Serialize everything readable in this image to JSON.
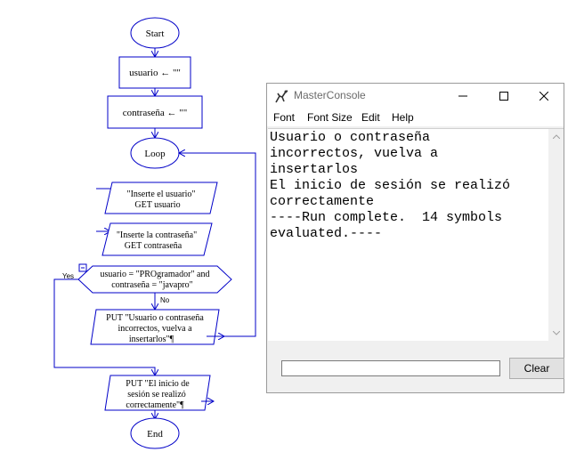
{
  "flowchart": {
    "start": "Start",
    "assign_usuario": "usuario ← \"\"",
    "assign_contrasena": "contraseña ← \"\"",
    "loop": "Loop",
    "io1_line1": "\"Inserte el usuario\"",
    "io1_line2": "GET usuario",
    "io2_line1": "\"Inserte la contraseña\"",
    "io2_line2": "GET contraseña",
    "decision_line1": "usuario = \"PROgramador\" and",
    "decision_line2": "contraseña = \"javapro\"",
    "yes_label": "Yes",
    "no_label": "No",
    "put1_line1": "PUT \"Usuario o contraseña",
    "put1_line2": "incorrectos, vuelva a",
    "put1_line3": "insertarlos\"¶",
    "put2_line1": "PUT \"El inicio de",
    "put2_line2": "sesión se realizó",
    "put2_line3": "correctamente\"¶",
    "end": "End",
    "color": "#0000c8"
  },
  "console_window": {
    "title": "MasterConsole",
    "menu": [
      "Font",
      "Font Size",
      "Edit",
      "Help"
    ],
    "output": "Usuario o contraseña\nincorrectos, vuelva a\ninsertarlos\nEl inicio de sesión se realizó\ncorrectamente\n----Run complete.  14 symbols\nevaluated.----",
    "input_value": "",
    "clear_label": "Clear"
  }
}
